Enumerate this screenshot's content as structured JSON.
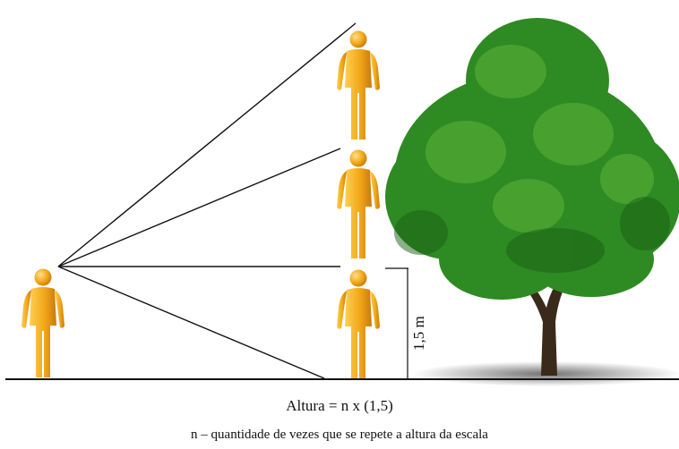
{
  "dimension_label": "1,5 m",
  "formula": "Altura = n x (1,5)",
  "note": "n – quantidade de vezes que se repete a altura da escala",
  "icons": {
    "observer": "person-icon",
    "scale_figures": [
      "person-icon",
      "person-icon",
      "person-icon"
    ],
    "tree": "tree-icon"
  },
  "colors": {
    "figure": "#f0a81c",
    "ground": "#111111",
    "tree_foliage": "#2e8a22",
    "trunk": "#3a2a1a"
  }
}
